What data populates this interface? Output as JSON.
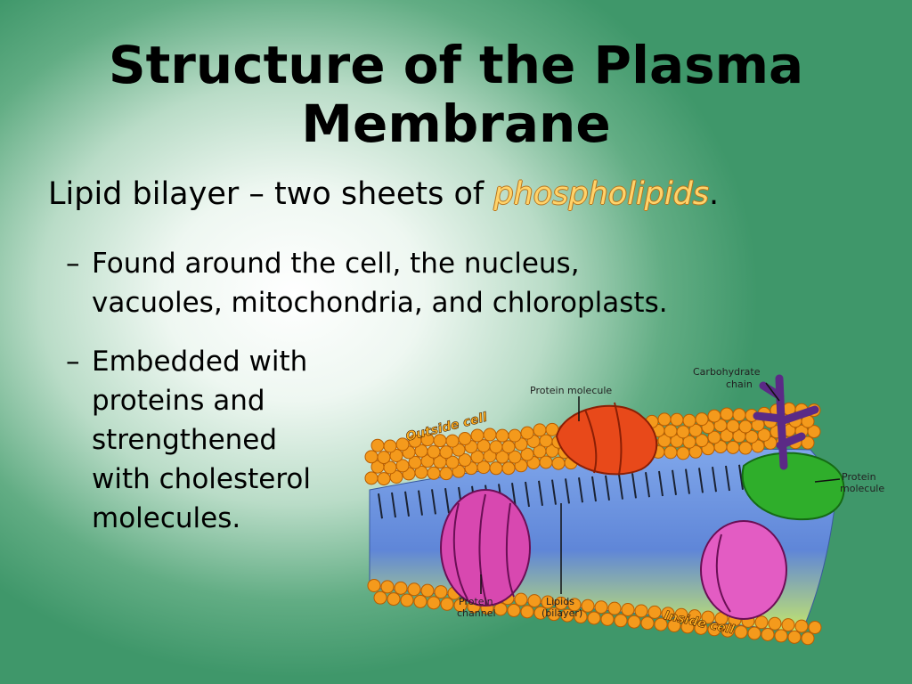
{
  "slide": {
    "title_line1": "Structure of the Plasma",
    "title_line2": "Membrane",
    "lead_text": "Lipid bilayer – two sheets of ",
    "lead_emphasis": "phospholipids",
    "lead_end": ".",
    "bullet_symbol": "–",
    "bullets": [
      {
        "lines": [
          "Found around the cell, the nucleus,",
          "vacuoles, mitochondria, and chloroplasts."
        ]
      },
      {
        "lines": [
          "Embedded with",
          "proteins and",
          "strengthened",
          "with cholesterol",
          "molecules."
        ]
      }
    ]
  },
  "diagram": {
    "labels": {
      "protein_top": "Protein molecule",
      "carbohydrate_1": "Carbohydrate",
      "carbohydrate_2": "chain",
      "outside": "Outside cell",
      "protein_right_1": "Protein",
      "protein_right_2": "molecule",
      "channel_1": "Protein",
      "channel_2": "channel",
      "lipids_1": "Lipids",
      "lipids_2": "(bilayer)",
      "inside": "Inside cell"
    },
    "colors": {
      "lipid_head": "#f49a1c",
      "protein_red": "#e8491a",
      "protein_green": "#2fae2b",
      "channel_pink": "#d848b0",
      "carbohydrate": "#5b2a86",
      "interior_blue": "#5f86d8"
    }
  }
}
